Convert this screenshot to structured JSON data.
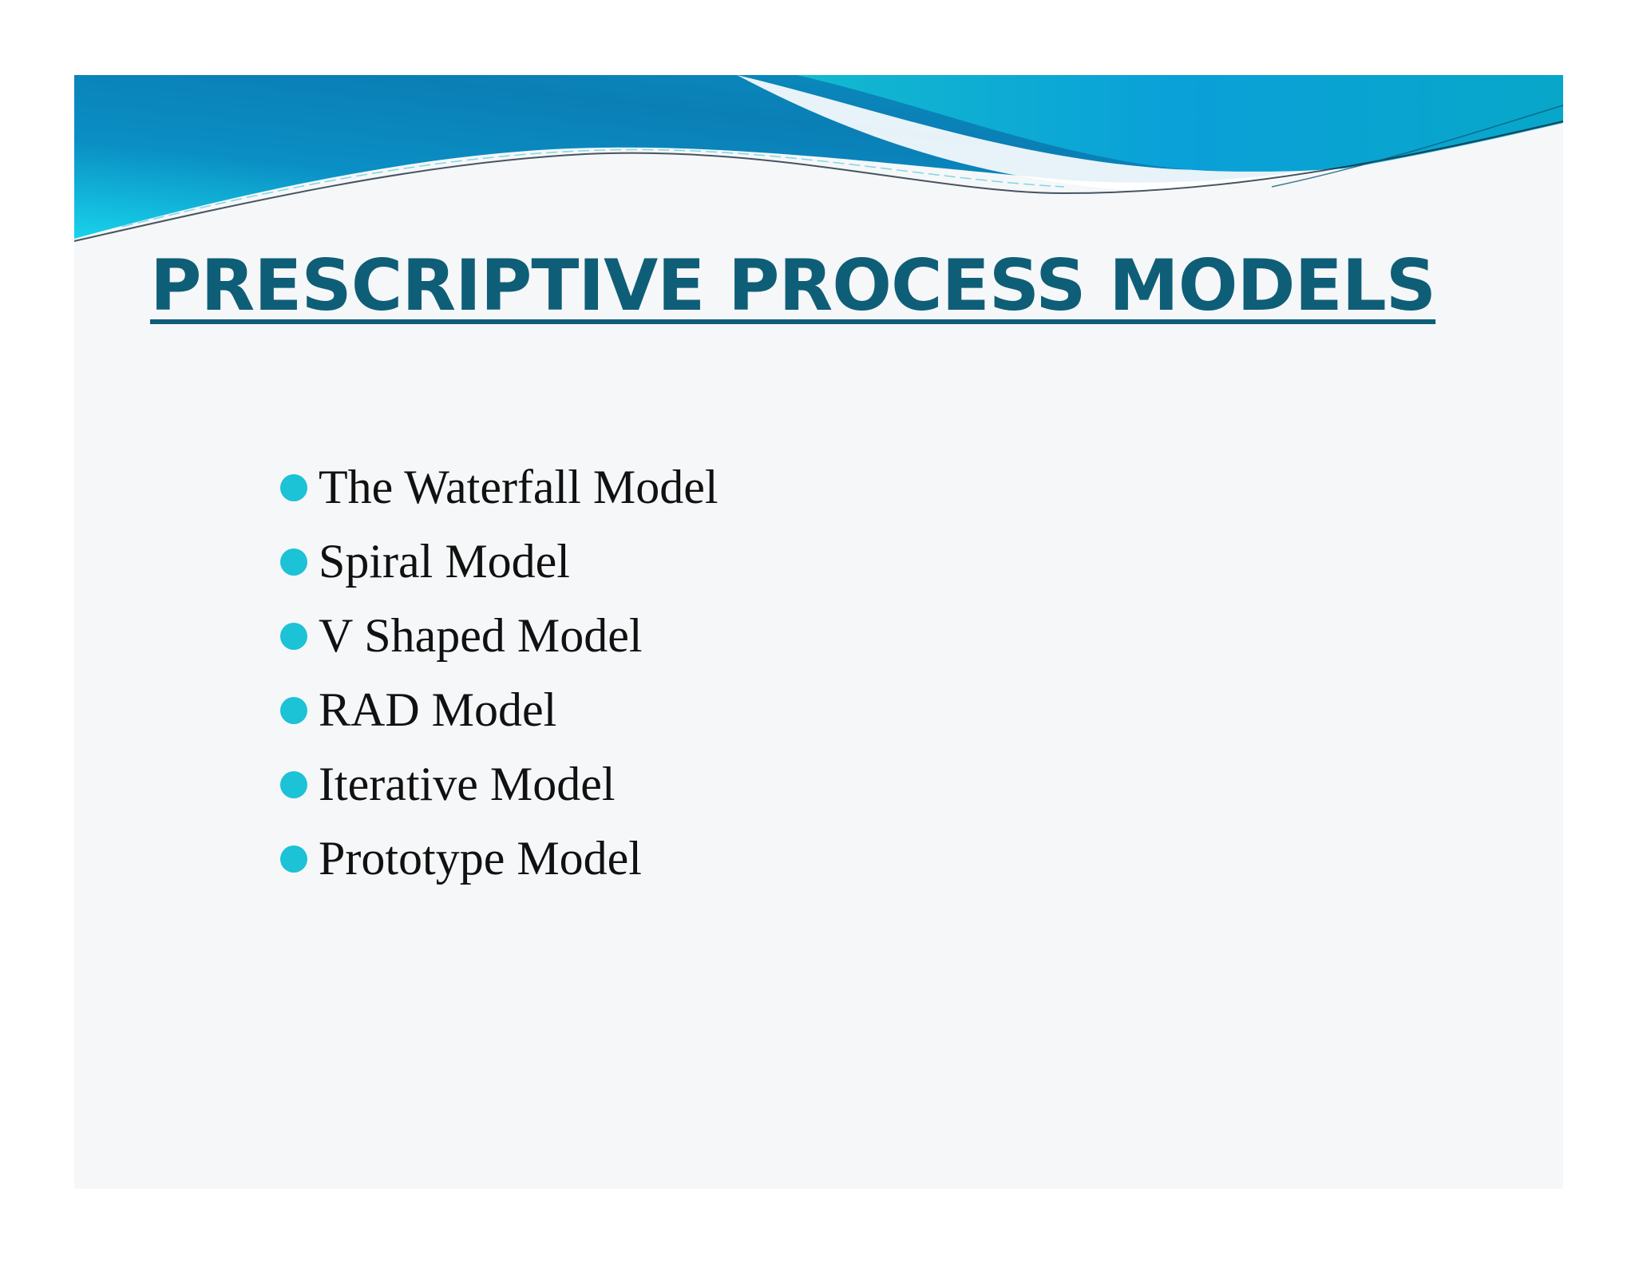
{
  "slide": {
    "title": "PRESCRIPTIVE PROCESS MODELS",
    "bullets": [
      "The Waterfall Model",
      "Spiral Model",
      "V Shaped Model",
      "RAD Model",
      "Iterative Model",
      "Prototype Model"
    ]
  },
  "colors": {
    "title": "#0f5e78",
    "bullet": "#1cc2d6",
    "wave_dark": "#0a7fb6",
    "wave_light": "#19c9e2"
  },
  "icons": {
    "bullet": "filled-circle-icon"
  }
}
